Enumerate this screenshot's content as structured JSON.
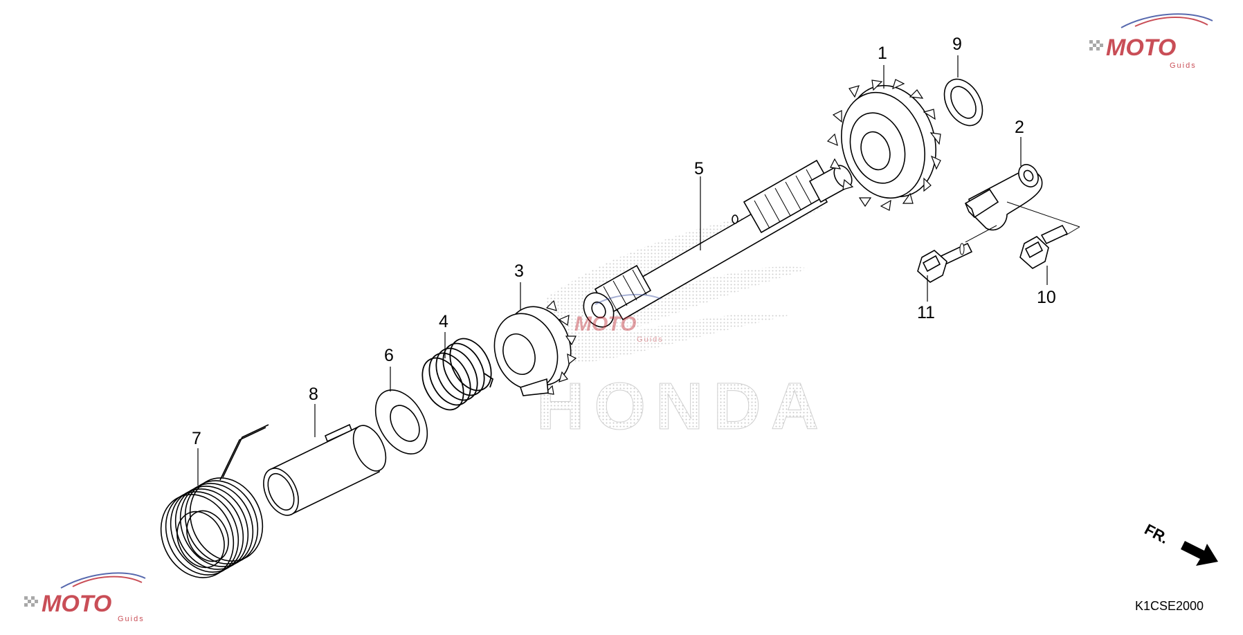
{
  "watermark": {
    "brand": "MOTO",
    "sub": "Guids",
    "color_primary": "#c0303a",
    "color_secondary": "#3a4fa0"
  },
  "background_mark": {
    "brand": "HONDA",
    "color": "#d9d9d9"
  },
  "diagram": {
    "drawing_code": "K1CSE2000",
    "front_indicator": "FR.",
    "callouts": [
      "1",
      "2",
      "3",
      "4",
      "5",
      "6",
      "7",
      "8",
      "9",
      "10",
      "11"
    ]
  }
}
